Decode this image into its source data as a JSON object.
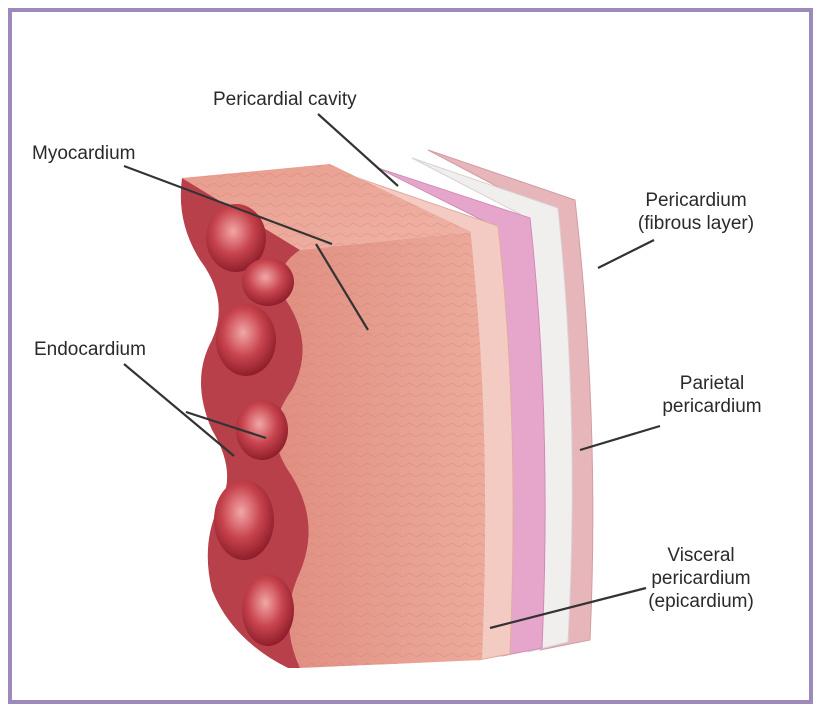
{
  "labels": {
    "pericardial_cavity": "Pericardial cavity",
    "myocardium": "Myocardium",
    "pericardium_fibrous_1": "Pericardium",
    "pericardium_fibrous_2": "(fibrous layer)",
    "endocardium": "Endocardium",
    "parietal_1": "Parietal",
    "parietal_2": "pericardium",
    "visceral_1": "Visceral",
    "visceral_2": "pericardium",
    "visceral_3": "(epicardium)"
  },
  "colors": {
    "frame": "#9d8aba",
    "myocardium": "#e29a8a",
    "endocardium": "#b63a44",
    "epicardium": "#f0c8c0",
    "pericardial_cavity": "#e9a8cc",
    "parietal": "#eeeeee",
    "fibrous": "#e6b4b8"
  }
}
